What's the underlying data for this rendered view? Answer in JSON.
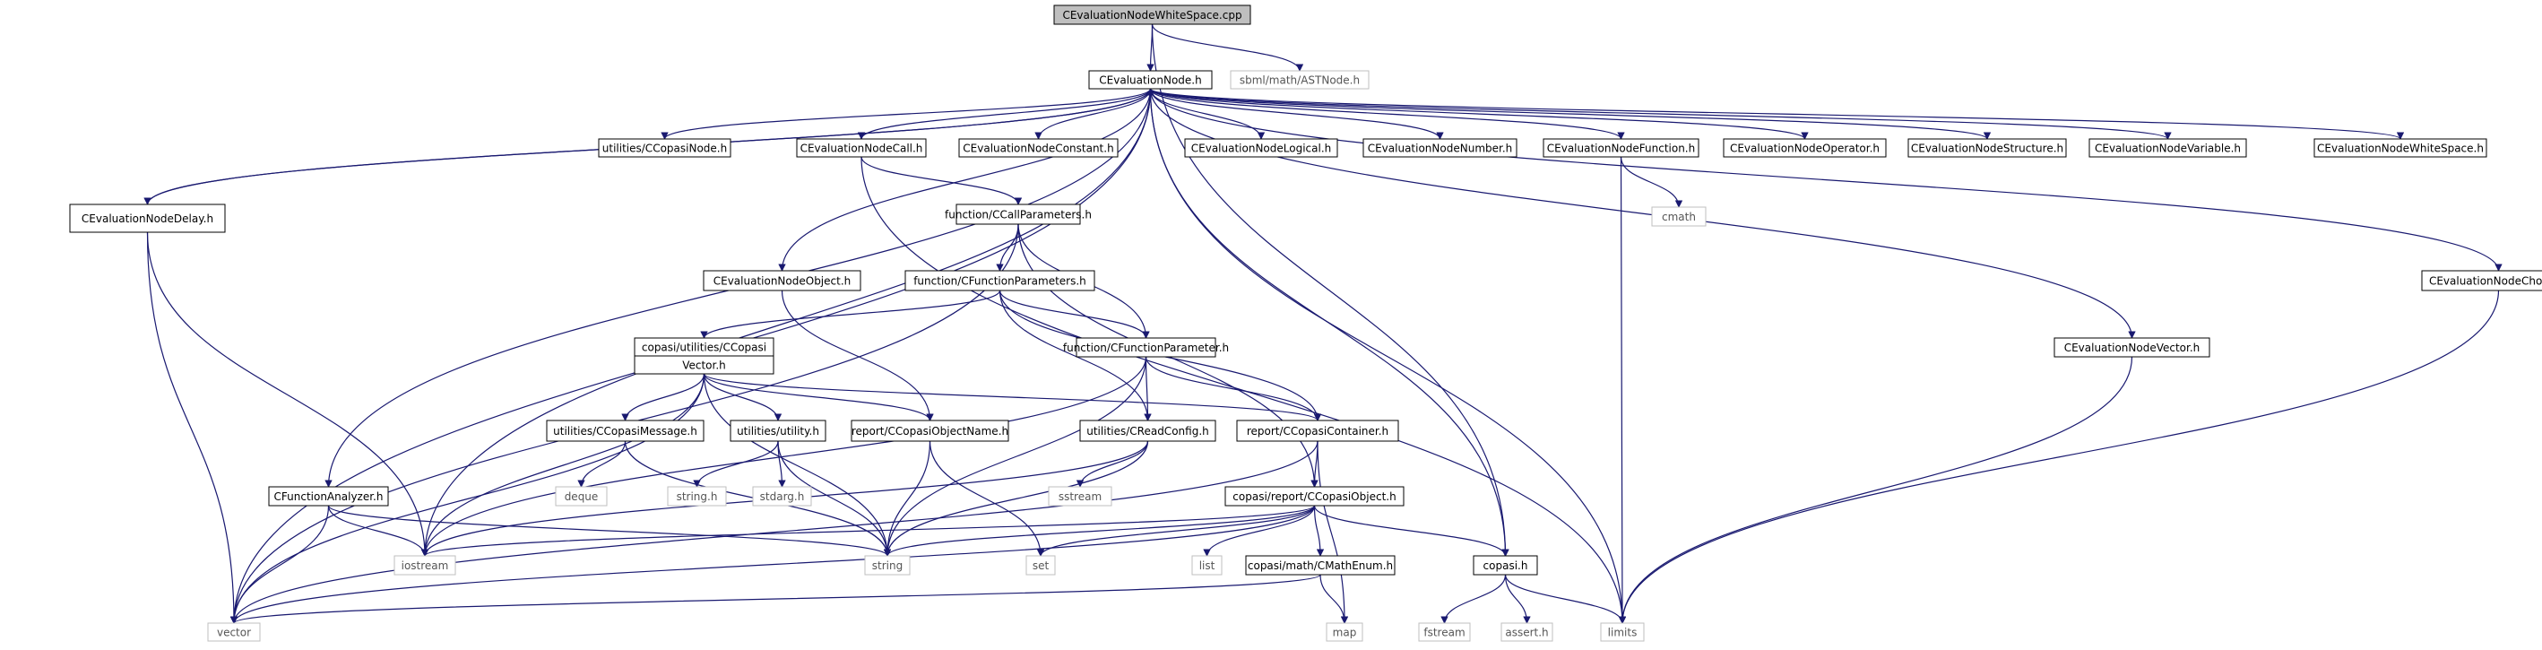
{
  "colors": {
    "edge": "#191970",
    "box_border_local": "#000000",
    "box_border_system": "#bfbfbf",
    "root_fill": "#bfbfbf",
    "text_local": "#000000",
    "text_system": "#555555"
  },
  "nodes": {
    "root": {
      "label": "CEvaluationNodeWhiteSpace.cpp",
      "kind": "root"
    },
    "enode": {
      "label": "CEvaluationNode.h",
      "kind": "local"
    },
    "astnode": {
      "label": "sbml/math/ASTNode.h",
      "kind": "system"
    },
    "copasinode": {
      "label": "utilities/CCopasiNode.h",
      "kind": "local"
    },
    "call": {
      "label": "CEvaluationNodeCall.h",
      "kind": "local"
    },
    "constant": {
      "label": "CEvaluationNodeConstant.h",
      "kind": "local"
    },
    "logical": {
      "label": "CEvaluationNodeLogical.h",
      "kind": "local"
    },
    "number": {
      "label": "CEvaluationNodeNumber.h",
      "kind": "local"
    },
    "function": {
      "label": "CEvaluationNodeFunction.h",
      "kind": "local"
    },
    "operator": {
      "label": "CEvaluationNodeOperator.h",
      "kind": "local"
    },
    "structure": {
      "label": "CEvaluationNodeStructure.h",
      "kind": "local"
    },
    "variable": {
      "label": "CEvaluationNodeVariable.h",
      "kind": "local"
    },
    "whitespace": {
      "label": "CEvaluationNodeWhiteSpace.h",
      "kind": "local"
    },
    "delay": {
      "label": "CEvaluationNodeDelay.h",
      "kind": "local"
    },
    "cmath": {
      "label": "cmath",
      "kind": "system"
    },
    "callparams": {
      "label": "function/CCallParameters.h",
      "kind": "local"
    },
    "object": {
      "label": "CEvaluationNodeObject.h",
      "kind": "local"
    },
    "funcparams": {
      "label": "function/CFunctionParameters.h",
      "kind": "local"
    },
    "choice": {
      "label": "CEvaluationNodeChoice.h",
      "kind": "local"
    },
    "vec1": {
      "label": "copasi/utilities/CCopasi",
      "kind": "local"
    },
    "vec2": {
      "label": "Vector.h",
      "kind": "local"
    },
    "funcparam": {
      "label": "function/CFunctionParameter.h",
      "kind": "local"
    },
    "nodevector": {
      "label": "CEvaluationNodeVector.h",
      "kind": "local"
    },
    "message": {
      "label": "utilities/CCopasiMessage.h",
      "kind": "local"
    },
    "utility": {
      "label": "utilities/utility.h",
      "kind": "local"
    },
    "objname": {
      "label": "report/CCopasiObjectName.h",
      "kind": "local"
    },
    "readconfig": {
      "label": "utilities/CReadConfig.h",
      "kind": "local"
    },
    "container": {
      "label": "report/CCopasiContainer.h",
      "kind": "local"
    },
    "deque": {
      "label": "deque",
      "kind": "system"
    },
    "stringh": {
      "label": "string.h",
      "kind": "system"
    },
    "stdarg": {
      "label": "stdarg.h",
      "kind": "system"
    },
    "sstream": {
      "label": "sstream",
      "kind": "system"
    },
    "analyzer": {
      "label": "CFunctionAnalyzer.h",
      "kind": "local"
    },
    "ccobject": {
      "label": "copasi/report/CCopasiObject.h",
      "kind": "local"
    },
    "iostream": {
      "label": "iostream",
      "kind": "system"
    },
    "string": {
      "label": "string",
      "kind": "system"
    },
    "set": {
      "label": "set",
      "kind": "system"
    },
    "list": {
      "label": "list",
      "kind": "system"
    },
    "mathenum": {
      "label": "copasi/math/CMathEnum.h",
      "kind": "local"
    },
    "copasih": {
      "label": "copasi.h",
      "kind": "local"
    },
    "vector": {
      "label": "vector",
      "kind": "system"
    },
    "map": {
      "label": "map",
      "kind": "system"
    },
    "fstream": {
      "label": "fstream",
      "kind": "system"
    },
    "assert": {
      "label": "assert.h",
      "kind": "system"
    },
    "limits": {
      "label": "limits",
      "kind": "system"
    }
  }
}
